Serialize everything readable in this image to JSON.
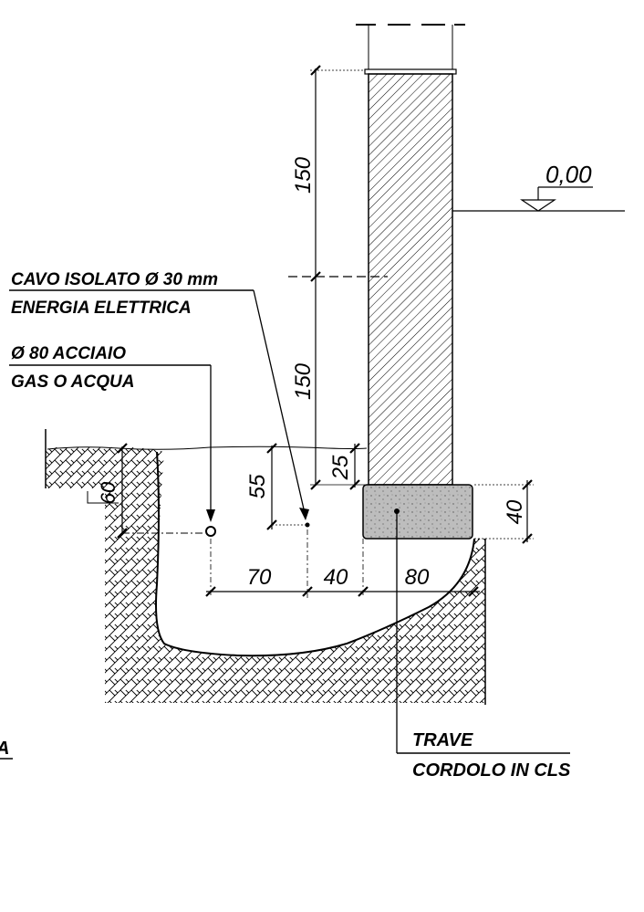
{
  "level": {
    "value": "0,00"
  },
  "dimensions": {
    "pole_upper": "150",
    "pole_lower": "150",
    "embed": "25",
    "trench_depth": "60",
    "cable_depth": "55",
    "beam_height": "40",
    "pipe_to_cable": "70",
    "cable_to_beam": "40",
    "beam_width": "80"
  },
  "labels": {
    "cable_line1": "CAVO ISOLATO Ø 30 mm",
    "cable_line2": "ENERGIA ELETTRICA",
    "pipe_line1": "Ø 80 ACCIAIO",
    "pipe_line2": "GAS O ACQUA",
    "beam_line1": "TRAVE",
    "beam_line2": "CORDOLO IN CLS",
    "edge_fragment": "A"
  },
  "colors": {
    "line": "#000000",
    "concrete_fill": "#bdbdbd",
    "soil_hatch": "#000000"
  }
}
